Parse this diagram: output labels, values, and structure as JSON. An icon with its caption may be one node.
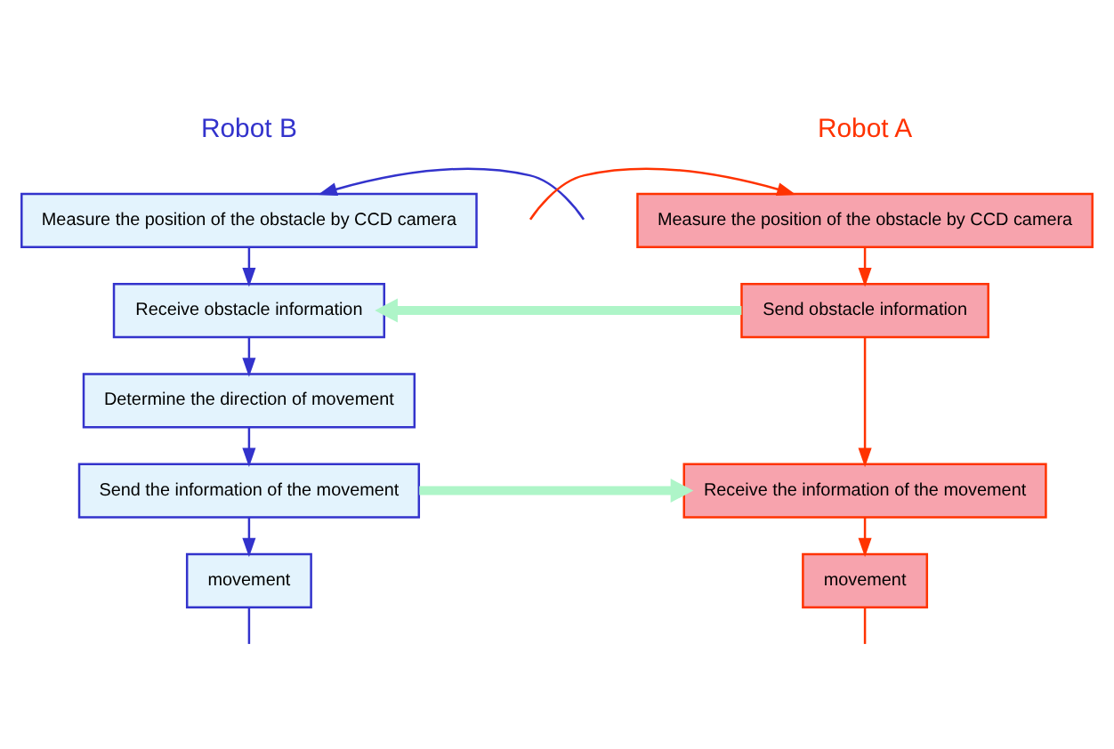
{
  "diagram": {
    "nodes": [
      {
        "text": [
          "Measure the position of the obstacle by CCD camera"
        ]
      },
      {
        "text": [
          "Receive obstacle information"
        ]
      },
      {
        "text": [
          "Determine the direction of movement"
        ]
      },
      {
        "text": [
          "Send the information of the movement"
        ]
      },
      {
        "text": [
          "movement"
        ]
      },
      {
        "text": [
          "Measure the position of the obstacle by CCD camera"
        ]
      },
      {
        "text": [
          "Send obstacle information"
        ]
      },
      {
        "text": [
          "Receive the information of the movement"
        ]
      },
      {
        "text": [
          "movement"
        ]
      }
    ],
    "edges": [
      {
        "from": 0,
        "to": 1,
        "arrow": "to",
        "color": "#3333cc"
      },
      {
        "from": 1,
        "to": 2,
        "arrow": "to",
        "color": "#3333cc"
      },
      {
        "from": 2,
        "to": 3,
        "arrow": "to",
        "color": "#3333cc"
      },
      {
        "from": 3,
        "to": 4,
        "arrow": "to",
        "color": "#3333cc"
      },
      {
        "from": 4,
        "to": null,
        "arrow": "none",
        "color": "#3333cc"
      },
      {
        "from": null,
        "to": 0,
        "arrow": "to",
        "color": "#3333cc"
      },
      {
        "from": 5,
        "to": 6,
        "arrow": "to",
        "color": "#ff3300"
      },
      {
        "from": 6,
        "to": 7,
        "arrow": "to",
        "color": "#ff3300"
      },
      {
        "from": 7,
        "to": 8,
        "arrow": "to",
        "color": "#ff3300"
      },
      {
        "from": 8,
        "to": null,
        "arrow": "none",
        "color": "#ff3300"
      },
      {
        "from": null,
        "to": 5,
        "arrow": "to",
        "color": "#ff3300"
      },
      {
        "from": 6,
        "to": 1,
        "arrow": "to",
        "style": "thick",
        "color": "#aef5c8"
      },
      {
        "from": 3,
        "to": 7,
        "arrow": "to",
        "style": "thick",
        "color": "#aef5c8"
      }
    ],
    "labels": [
      "Robot B",
      "Robot A"
    ]
  }
}
